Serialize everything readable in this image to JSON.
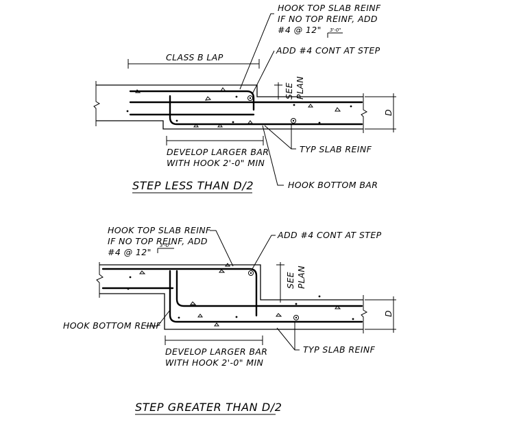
{
  "detail_top": {
    "title": "STEP LESS THAN D/2",
    "note_hook_top": [
      "HOOK TOP SLAB REINF",
      "IF NO TOP REINF, ADD",
      "#4 @ 12\""
    ],
    "note_hook_top_spacing": "3'-0\"",
    "note_add_bar": "ADD #4 CONT AT STEP",
    "note_lap": "CLASS B LAP",
    "note_see_plan": [
      "SEE",
      "PLAN"
    ],
    "note_depth": "D",
    "note_develop": [
      "DEVELOP LARGER BAR",
      "WITH HOOK 2'-0\" MIN"
    ],
    "note_typ": "TYP SLAB REINF",
    "note_hook_bottom": "HOOK BOTTOM BAR"
  },
  "detail_bottom": {
    "title": "STEP GREATER THAN D/2",
    "note_hook_top": [
      "HOOK TOP SLAB REINF",
      "IF NO TOP REINF, ADD",
      "#4 @ 12\""
    ],
    "note_hook_top_spacing": "3'-0\"",
    "note_add_bar": "ADD #4 CONT AT STEP",
    "note_see_plan": [
      "SEE",
      "PLAN"
    ],
    "note_depth": "D",
    "note_hook_bottom": "HOOK BOTTOM REINF",
    "note_develop": [
      "DEVELOP LARGER BAR",
      "WITH HOOK 2'-0\" MIN"
    ],
    "note_typ": "TYP SLAB REINF"
  }
}
